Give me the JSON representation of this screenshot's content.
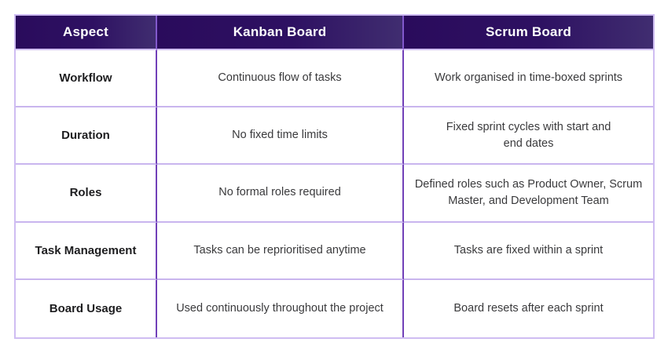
{
  "table": {
    "headers": {
      "aspect": "Aspect",
      "kanban": "Kanban Board",
      "scrum": "Scrum Board"
    },
    "rows": [
      {
        "aspect": "Workflow",
        "kanban": "Continuous flow of tasks",
        "scrum": "Work organised in time-boxed sprints"
      },
      {
        "aspect": "Duration",
        "kanban": "No fixed time limits",
        "scrum": "Fixed sprint cycles with start and end dates"
      },
      {
        "aspect": "Roles",
        "kanban": "No formal roles required",
        "scrum": "Defined roles such as Product Owner, Scrum Master, and Development Team"
      },
      {
        "aspect": "Task Management",
        "kanban": "Tasks can be reprioritised anytime",
        "scrum": "Tasks are fixed within a sprint"
      },
      {
        "aspect": "Board Usage",
        "kanban": "Used continuously throughout the project",
        "scrum": "Board resets after each sprint"
      }
    ],
    "colors": {
      "header_gradient_start": "#2a0b5c",
      "header_gradient_end": "#402d70",
      "header_text": "#ffffff",
      "outer_border": "#cfbdf2",
      "column_border": "#7140b8",
      "row_border": "#c9b5ee",
      "aspect_text": "#1d1d1f",
      "body_text": "#3a3a3c",
      "background": "#ffffff"
    }
  }
}
